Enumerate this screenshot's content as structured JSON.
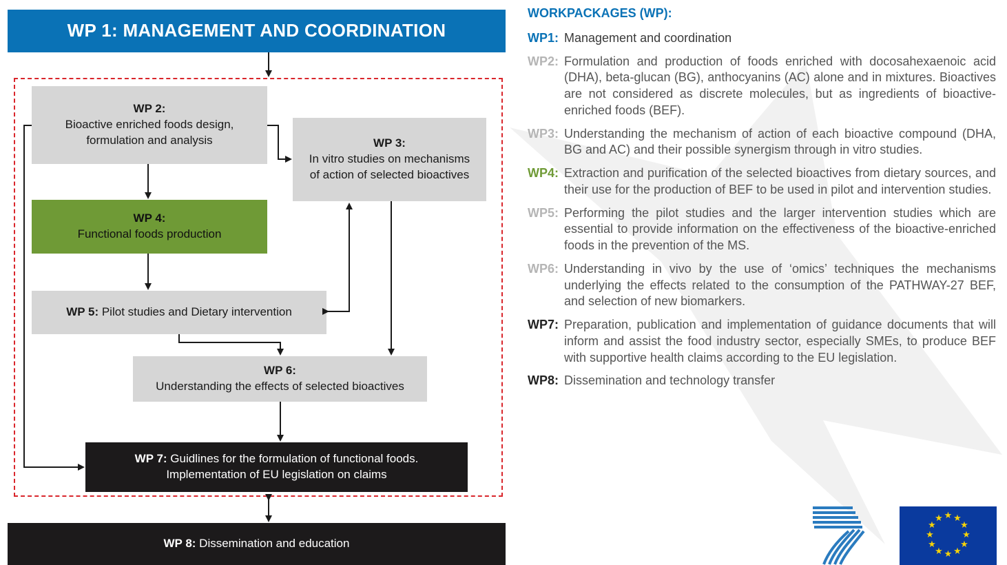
{
  "diagram": {
    "wp1": "WP 1: MANAGEMENT AND COORDINATION",
    "wp2": {
      "key": "WP 2:",
      "line1": "Bioactive enriched foods design,",
      "line2": "formulation and analysis"
    },
    "wp3": {
      "key": "WP 3:",
      "line1": "In vitro studies on mechanisms",
      "line2": "of action of selected bioactives"
    },
    "wp4": {
      "key": "WP 4:",
      "line1": "Functional foods production"
    },
    "wp5": {
      "key": "WP 5:",
      "text": " Pilot studies and Dietary intervention"
    },
    "wp6": {
      "key": "WP 6:",
      "line1": "Understanding the effects of selected bioactives"
    },
    "wp7": {
      "key": "WP 7:",
      "line1": " Guidlines for the formulation of functional foods.",
      "line2": "Implementation of EU legislation on claims"
    },
    "wp8": {
      "key": "WP 8:",
      "text": " Dissemination and education"
    }
  },
  "legend": {
    "heading": "WORKPACKAGES (WP):",
    "items": [
      {
        "key": "WP1:",
        "text": "Management and coordination",
        "color": "#0a72b6"
      },
      {
        "key": "WP2:",
        "text": "Formulation and production of foods enriched with docosahexaenoic acid (DHA), beta-glucan (BG), anthocyanins (AC) alone and in mixtures. Bioactives are not considered as discrete molecules, but as ingredients of bioactive-enriched foods (BEF).",
        "color": "#b5b5b5"
      },
      {
        "key": "WP3:",
        "text": "Understanding the mechanism of action of each bioactive compound (DHA, BG and AC) and their possible synergism through in vitro studies.",
        "color": "#b5b5b5"
      },
      {
        "key": "WP4:",
        "text": "Extraction and purification of the selected bioactives from dietary sources, and their use for the production of BEF to be used in pilot and intervention studies.",
        "color": "#6f9a36"
      },
      {
        "key": "WP5:",
        "text": "Performing the pilot studies and the larger intervention studies which are essential to provide information on the effectiveness of the bioactive-enriched foods in the prevention of the MS.",
        "color": "#b5b5b5"
      },
      {
        "key": "WP6:",
        "text": "Understanding in vivo by the use of ‘omics’ techniques the mechanisms underlying the effects related to the consumption of the PATHWAY-27 BEF, and selection of new biomarkers.",
        "color": "#b5b5b5"
      },
      {
        "key": "WP7:",
        "text": "Preparation, publication and implementation of guidance documents that will inform and assist the food industry sector, especially SMEs, to produce BEF with supportive health claims according to the EU legislation.",
        "color": "#222222"
      },
      {
        "key": "WP8:",
        "text": "Dissemination and technology transfer",
        "color": "#222222"
      }
    ]
  },
  "logos": {
    "fp7": "fp7-logo",
    "eu": "eu-flag-logo"
  },
  "colors": {
    "blue": "#0a72b6",
    "green": "#6f9a36",
    "grey": "#d6d6d6",
    "black": "#1c1a1b",
    "dashed_border": "#d9252b"
  }
}
